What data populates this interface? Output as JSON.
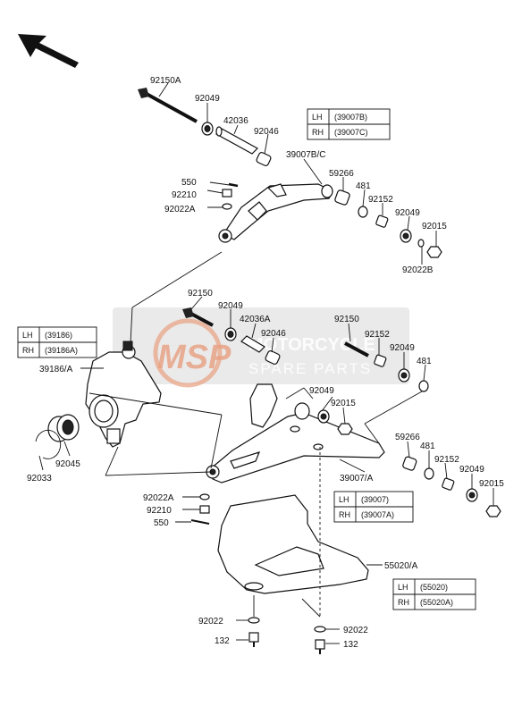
{
  "watermark": {
    "logo_text": "MSP",
    "line1": "MOTORCYCLE",
    "line2": "SPARE PARTS",
    "logo_color": "#e8a080",
    "band_color": "#d8d8d8"
  },
  "labels": {
    "p92150A": "92150A",
    "p92049_top": "92049",
    "p42036": "42036",
    "p92046_top": "92046",
    "p39007BC": "39007B/C",
    "p550_top": "550",
    "p92210_top": "92210",
    "p92022A_top": "92022A",
    "p59266_top": "59266",
    "p481_top": "481",
    "p92152_top": "92152",
    "p92049_top2": "92049",
    "p92015_top": "92015",
    "p92022B": "92022B",
    "p92150": "92150",
    "p92049_mid": "92049",
    "p42036A": "42036A",
    "p92046_mid": "92046",
    "p92150_r": "92150",
    "p92152_mid": "92152",
    "p92049_mid2": "92049",
    "p481_mid": "481",
    "p39186A": "39186/A",
    "p92049_mid3": "92049",
    "p92015_mid": "92015",
    "p92045": "92045",
    "p92033": "92033",
    "p59266_bot": "59266",
    "p481_bot": "481",
    "p92152_bot": "92152",
    "p92049_bot": "92049",
    "p92015_bot": "92015",
    "p39007A": "39007/A",
    "p92022A_bot": "92022A",
    "p92210_bot": "92210",
    "p550_bot": "550",
    "p55020A": "55020/A",
    "p92022_l": "92022",
    "p92022_r": "92022",
    "p132_l": "132",
    "p132_r": "132"
  },
  "tables": {
    "upper_arm": [
      {
        "side": "LH",
        "part": "(39007B)"
      },
      {
        "side": "RH",
        "part": "(39007C)"
      }
    ],
    "knuckle": [
      {
        "side": "LH",
        "part": "(39186)"
      },
      {
        "side": "RH",
        "part": "(39186A)"
      }
    ],
    "lower_arm": [
      {
        "side": "LH",
        "part": "(39007)"
      },
      {
        "side": "RH",
        "part": "(39007A)"
      }
    ],
    "guard": [
      {
        "side": "LH",
        "part": "(55020)"
      },
      {
        "side": "RH",
        "part": "(55020A)"
      }
    ]
  }
}
